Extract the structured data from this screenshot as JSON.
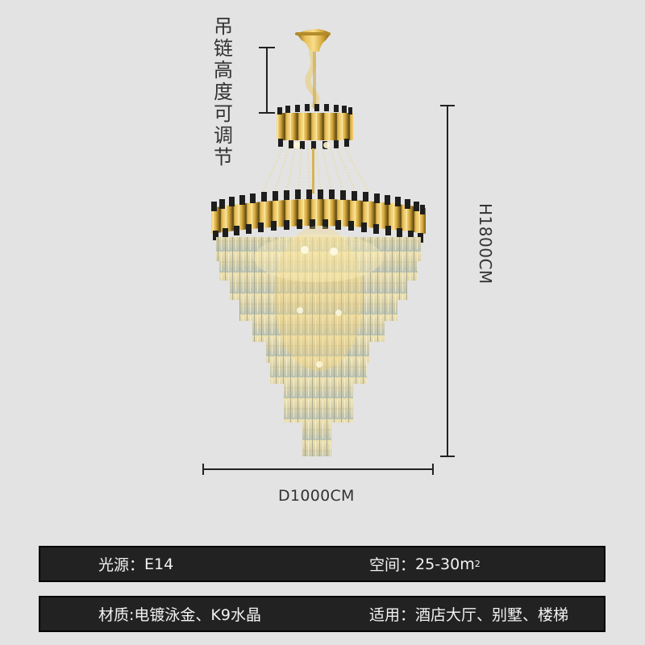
{
  "product": {
    "type": "crystal chandelier",
    "colors": {
      "background": "#e3e3e3",
      "gold": "#c9a23a",
      "black_trim": "#1e1e1e",
      "bar_bg": "#222222",
      "bar_text": "#f2f2f2"
    }
  },
  "annotations": {
    "chain_label": "吊链高度可调节",
    "height_label": "H1800CM",
    "diameter_label": "D1000CM"
  },
  "specs": {
    "light_source": {
      "label": "光源：",
      "value": "E14"
    },
    "space": {
      "label": "空间：",
      "value": "25-30m",
      "sup": "2"
    },
    "material": {
      "label": "材质: ",
      "value": "电镀泳金、K9水晶"
    },
    "application": {
      "label": "适用：",
      "value": "酒店大厅、别墅、楼梯"
    }
  }
}
